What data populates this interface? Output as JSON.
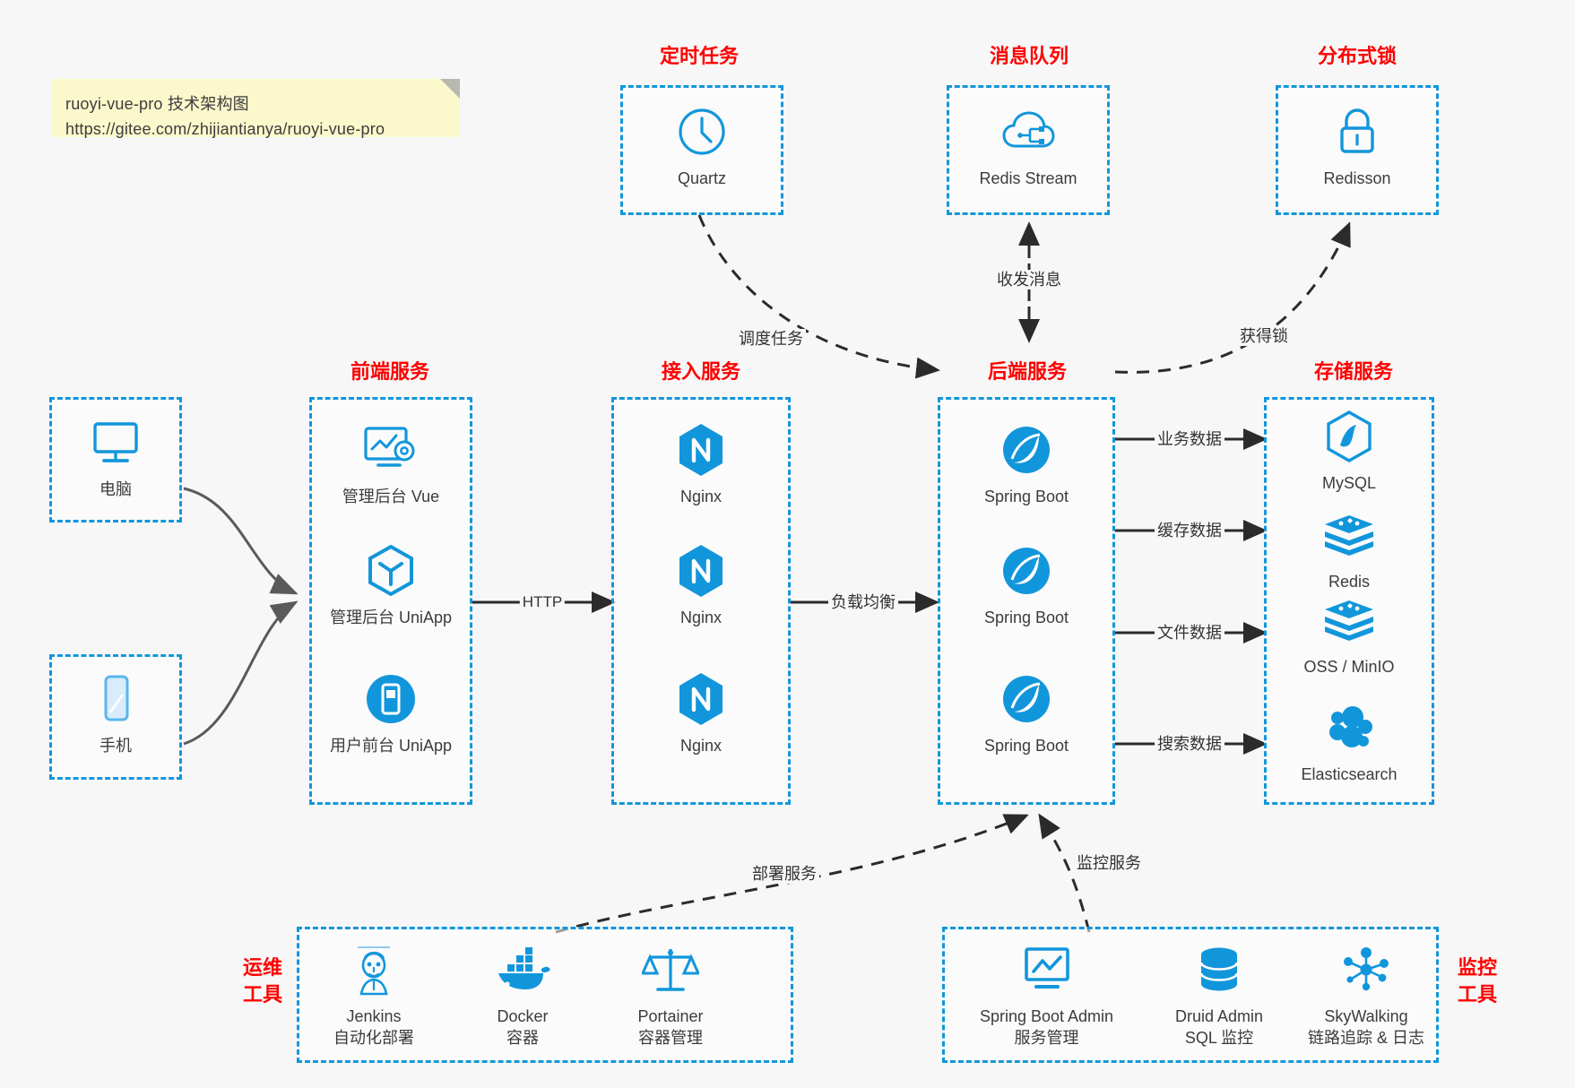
{
  "note": {
    "line1": "ruoyi-vue-pro 技术架构图",
    "line2": "https://gitee.com/zhijiantianya/ruoyi-vue-pro"
  },
  "colors": {
    "accent": "#1296db",
    "group_title": "#ff0000",
    "note_bg": "#fbf8cc",
    "page_bg": "#f7f7f7",
    "edge": "#4d4d4d"
  },
  "groups": {
    "scheduled_task": {
      "title": "定时任务"
    },
    "message_queue": {
      "title": "消息队列"
    },
    "distributed_lock": {
      "title": "分布式锁"
    },
    "clients": {
      "title": ""
    },
    "frontend": {
      "title": "前端服务"
    },
    "gateway": {
      "title": "接入服务"
    },
    "backend": {
      "title": "后端服务"
    },
    "storage": {
      "title": "存储服务"
    },
    "ops_tools": {
      "title": "运维\n工具",
      "title_l1": "运维",
      "title_l2": "工具"
    },
    "monitor_tools": {
      "title": "监控\n工具",
      "title_l1": "监控",
      "title_l2": "工具"
    }
  },
  "nodes": {
    "quartz": {
      "label": "Quartz",
      "icon": "clock-icon"
    },
    "redis_stream": {
      "label": "Redis Stream",
      "icon": "cloud-stream-icon"
    },
    "redisson": {
      "label": "Redisson",
      "icon": "lock-icon"
    },
    "pc": {
      "label": "电脑",
      "icon": "desktop-monitor-icon"
    },
    "mobile": {
      "label": "手机",
      "icon": "smartphone-icon"
    },
    "admin_vue": {
      "label": "管理后台 Vue",
      "icon": "dashboard-gear-icon"
    },
    "admin_uniapp": {
      "label": "管理后台 UniApp",
      "icon": "uniapp-cube-icon"
    },
    "user_uniapp": {
      "label": "用户前台 UniApp",
      "icon": "mobile-app-icon"
    },
    "nginx1": {
      "label": "Nginx",
      "icon": "nginx-icon"
    },
    "nginx2": {
      "label": "Nginx",
      "icon": "nginx-icon"
    },
    "nginx3": {
      "label": "Nginx",
      "icon": "nginx-icon"
    },
    "springboot1": {
      "label": "Spring Boot",
      "icon": "spring-boot-icon"
    },
    "springboot2": {
      "label": "Spring Boot",
      "icon": "spring-boot-icon"
    },
    "springboot3": {
      "label": "Spring Boot",
      "icon": "spring-boot-icon"
    },
    "mysql": {
      "label": "MySQL",
      "icon": "mysql-icon"
    },
    "redis": {
      "label": "Redis",
      "icon": "redis-stack-icon"
    },
    "oss_minio": {
      "label": "OSS / MinIO",
      "icon": "redis-stack-icon"
    },
    "elasticsearch": {
      "label": "Elasticsearch",
      "icon": "elasticsearch-icon"
    },
    "jenkins": {
      "label": "Jenkins",
      "sub": "自动化部署",
      "icon": "jenkins-icon"
    },
    "docker": {
      "label": "Docker",
      "sub": "容器",
      "icon": "docker-whale-icon"
    },
    "portainer": {
      "label": "Portainer",
      "sub": "容器管理",
      "icon": "portainer-scale-icon"
    },
    "sba": {
      "label": "Spring Boot Admin",
      "sub": "服务管理",
      "icon": "monitor-chart-icon"
    },
    "druid": {
      "label": "Druid Admin",
      "sub": "SQL 监控",
      "icon": "database-icon"
    },
    "skywalking": {
      "label": "SkyWalking",
      "sub": "链路追踪 & 日志",
      "icon": "skywalking-node-icon"
    }
  },
  "edges": {
    "http": "HTTP",
    "load_balance": "负载均衡",
    "schedule_task": "调度任务",
    "send_recv_message": "收发消息",
    "acquire_lock": "获得锁",
    "business_data": "业务数据",
    "cache_data": "缓存数据",
    "file_data": "文件数据",
    "search_data": "搜索数据",
    "deploy_service": "部署服务",
    "monitor_service": "监控服务"
  }
}
